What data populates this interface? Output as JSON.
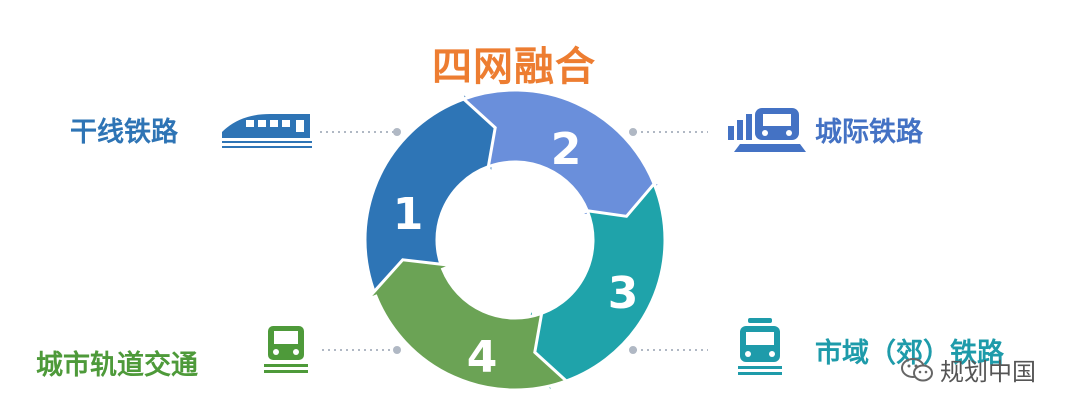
{
  "title": "四网融合",
  "segments": [
    {
      "number": "1",
      "label": "干线铁路",
      "color": "#2E75B6"
    },
    {
      "number": "2",
      "label": "城际铁路",
      "color": "#6A8FDB"
    },
    {
      "number": "3",
      "label": "市域（郊）铁路",
      "color": "#1FA3AA"
    },
    {
      "number": "4",
      "label": "城市轨道交通",
      "color": "#6BA355"
    }
  ],
  "colors": {
    "title": "#ED7D31",
    "connector": "#B0B8C4",
    "trunk_icon": "#2E74B5",
    "intercity_icon": "#4472C4",
    "urban_icon": "#4E9A3A",
    "suburban_icon": "#1E9BAA"
  },
  "icons": {
    "trunk": "high-speed-train-icon",
    "intercity": "intercity-train-icon",
    "urban": "metro-train-icon",
    "suburban": "suburban-train-icon",
    "watermark": "wechat-icon"
  },
  "watermark": "规划中国"
}
